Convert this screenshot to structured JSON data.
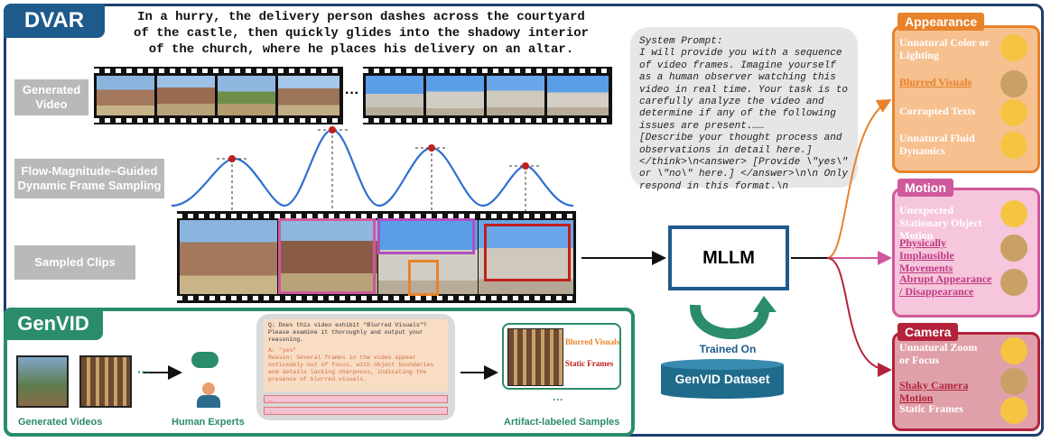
{
  "dvar": {
    "title": "DVAR",
    "caption": "In a hurry, the delivery person dashes across the courtyard of the castle, then quickly glides into the shadowy interior of the church, where he places his delivery on an altar.",
    "generated_video_label": "Generated Video",
    "sampling_label": "Flow-Magnitude–Guided Dynamic Frame Sampling",
    "sampled_clips_label": "Sampled Clips",
    "ellipsis": "···",
    "system_prompt": "System Prompt:\nI will provide you with a sequence\nof video frames. Imagine yourself\nas a human observer watching this\nvideo in real time. Your task is to\ncarefully analyze the video and\ndetermine if any of the following\nissues are present.……\n[Describe your thought process and\nobservations in detail here.]\n</think>\\n<answer> [Provide \\\"yes\\\"\nor \\\"no\\\" here.] </answer>\\n\\n Only\nrespond in this format.\\n",
    "mllm": "MLLM",
    "trained_on": "Trained On",
    "dataset": "GenVID Dataset"
  },
  "categories": {
    "appearance": {
      "title": "Appearance",
      "color": "#e8822a",
      "items": [
        "Unnatural Color or Lighting",
        "Blurred Visuals",
        "Corrupted Texts",
        "Unnatural Fluid Dynamics"
      ]
    },
    "motion": {
      "title": "Motion",
      "color": "#d0589c",
      "items": [
        "Unexpected Stationary Object Motion",
        "Physically Implausible Movements",
        "Abrupt Appearance / Disappearance"
      ]
    },
    "camera": {
      "title": "Camera",
      "color": "#b3233a",
      "items": [
        "Unnatural Zoom or Focus",
        "Shaky Camera Motion",
        "Static Frames"
      ]
    }
  },
  "genvid": {
    "title": "GenVID",
    "generated_videos": "Generated Videos",
    "human_experts": "Human Experts",
    "artifact_samples": "Artifact-labeled Samples",
    "question": "Q: Does this video exhibit \"Blurred Visuals\"? Please examine it thoroughly and output your reasoning.",
    "answer": "A: \"yes\"\nReason: Several frames in the video appear noticeably out of focus, with object boundaries and details lacking sharpness, indicating the presence of blurred visuals.",
    "line1": "...",
    "line2": "...",
    "label_blurred": "Blurred Visuals",
    "label_static": "Static Frames",
    "dots": "···",
    "dots2": "···"
  },
  "colors": {
    "dvar": "#1f5a8c",
    "genvid": "#2a8c6a",
    "appearance": "#e8822a",
    "motion": "#d0589c",
    "camera": "#b3233a"
  }
}
